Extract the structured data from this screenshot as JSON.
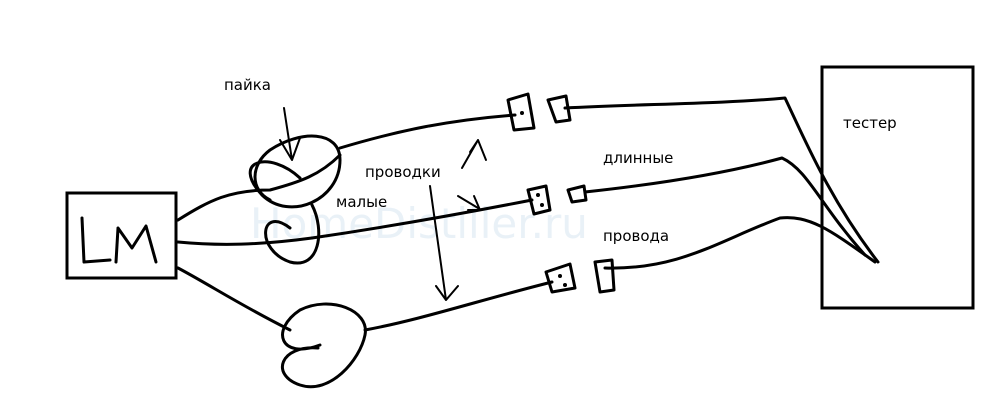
{
  "diagram": {
    "watermark": "HomeDistiller.ru",
    "lm_box_label": "LM",
    "tester_label": "тестер",
    "labels": {
      "solder": "пайка",
      "wires": "проводки",
      "small": "малые",
      "long": "длинные",
      "wires_long": "провода"
    }
  }
}
